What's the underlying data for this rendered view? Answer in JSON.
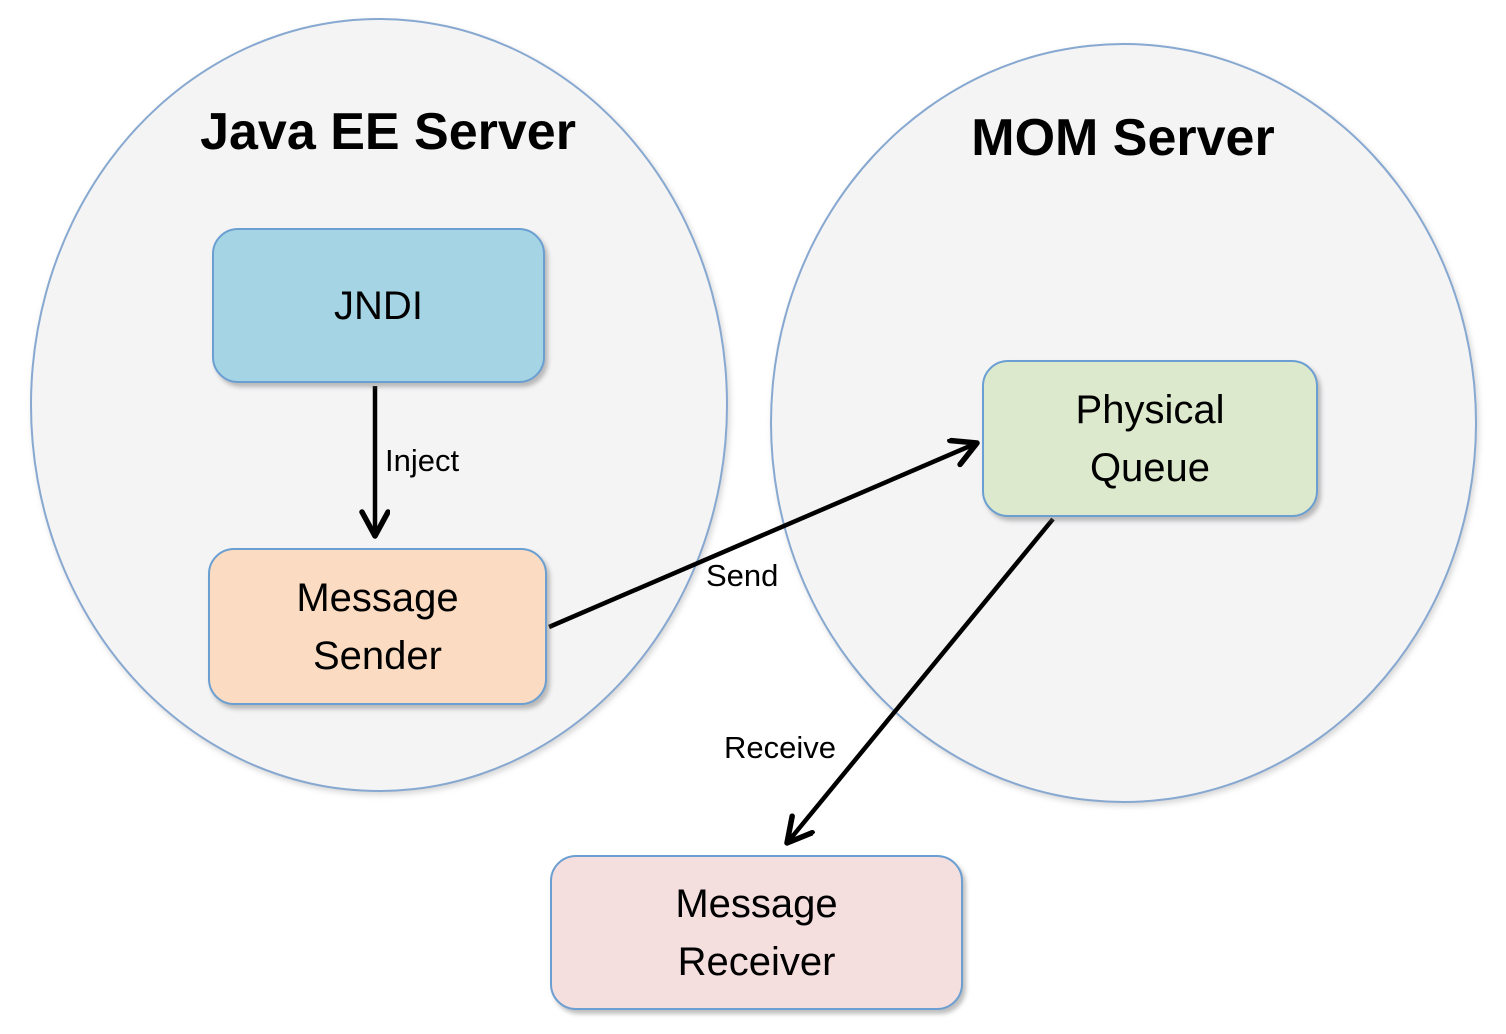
{
  "diagram": {
    "groups": [
      {
        "label": "Java EE Server"
      },
      {
        "label": "MOM Server"
      }
    ],
    "nodes": [
      {
        "name": "jndi",
        "label": "JNDI",
        "group": "Java EE Server",
        "fill": "#a5d5e4"
      },
      {
        "name": "message-sender",
        "label": "Message\nSender",
        "group": "Java EE Server",
        "fill": "#fbdcc2"
      },
      {
        "name": "physical-queue",
        "label": "Physical\nQueue",
        "group": "MOM Server",
        "fill": "#dce9cc"
      },
      {
        "name": "message-receiver",
        "label": "Message\nReceiver",
        "group": "",
        "fill": "#f4dede"
      }
    ],
    "edges": [
      {
        "label": "Inject",
        "from": "JNDI",
        "to": "Message Sender"
      },
      {
        "label": "Send",
        "from": "Message Sender",
        "to": "Physical Queue"
      },
      {
        "label": "Receive",
        "from": "Physical Queue",
        "to": "Message Receiver"
      }
    ],
    "colors": {
      "node_border": "#6b9fd2",
      "group_fill": "#f4f4f5",
      "group_border": "#87a8d0",
      "arrow": "#000000",
      "text": "#000000",
      "background": "#ffffff"
    }
  }
}
